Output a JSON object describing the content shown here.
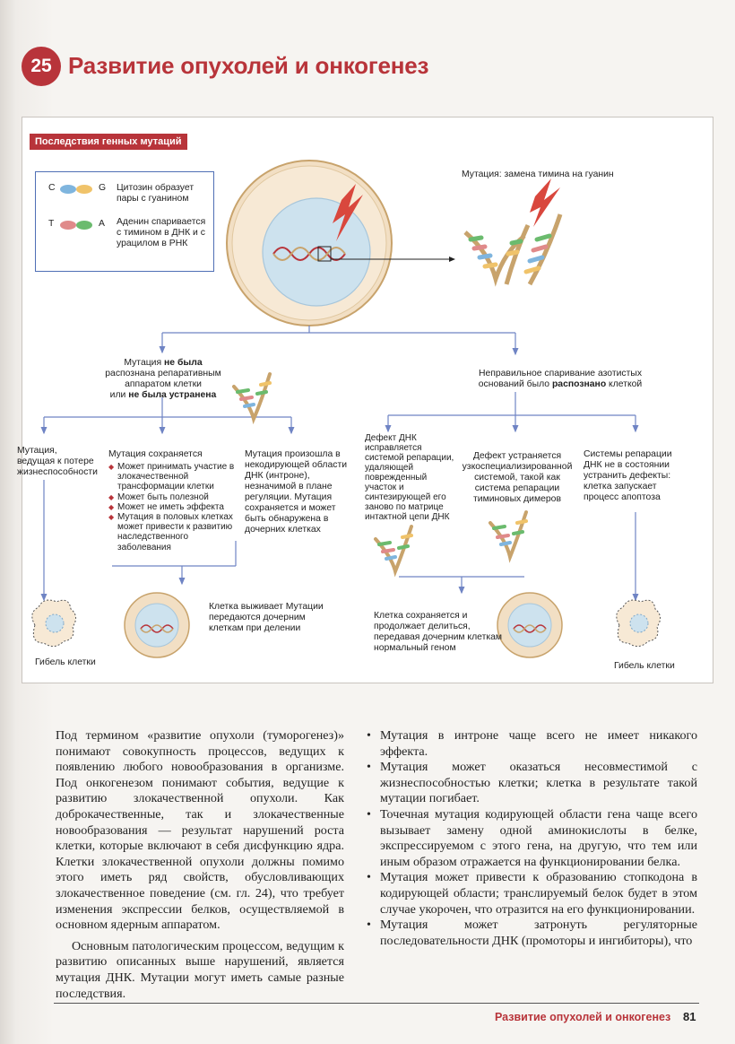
{
  "header": {
    "chapter_number": "25",
    "title": "Развитие опухолей и онкогенез"
  },
  "figure": {
    "label": "Последствия генных мутаций",
    "legend": {
      "row1_letters": [
        "C",
        "G"
      ],
      "row1_text": "Цитозин образует пары с гуанином",
      "row2_letters": [
        "T",
        "A"
      ],
      "row2_text": "Аденин спаривается с тимином в ДНК и с урацилом в РНК"
    },
    "mutation_label": "Мутация: замена тимина на гуанин",
    "left_branch": {
      "l1": "Мутация ",
      "l1b": "не была",
      "l2": "распознана репаративным",
      "l3": "аппаратом клетки",
      "l4": "или ",
      "l4b": "не была устранена"
    },
    "right_branch": {
      "l1": "Неправильное спаривание азотистых",
      "l2": "оснований было ",
      "l2b": "распознано",
      "l2c": " клеткой"
    },
    "col1": "Мутация, ведущая к потере жизнеспособности",
    "col2_title": "Мутация сохраняется",
    "col2_items": [
      "Может принимать участие в злокачественной трансформации клетки",
      "Может быть полезной",
      "Может не иметь эффекта",
      "Мутация в половых клетках может привести к развитию наследственного заболевания"
    ],
    "col3": "Мутация произошла в некодирующей области ДНК (интроне), незначимой в плане регуляции. Мутация сохраняется и может быть обнаружена в дочерних клетках",
    "col4": "Дефект ДНК исправляется системой репарации, удаляющей поврежденный участок и синтезирующей его заново по матрице интактной цепи ДНК",
    "col5": "Дефект устраняется узкоспециализированной системой, такой как система репарации тиминовых димеров",
    "col6": "Системы репарации ДНК не в состоянии устранить дефекты: клетка запускает процесс апоптоза",
    "death_left": "Гибель клетки",
    "survive_left": "Клетка выживает Мутации передаются дочерним клеткам при делении",
    "survive_right": "Клетка сохраняется и продолжает делиться, передавая дочерним клеткам нормальный геном",
    "death_right": "Гибель клетки"
  },
  "body": {
    "left_p1": "Под термином «развитие опухоли (туморогенез)» понимают совокупность процессов, ведущих к появлению любого новообразования в организме. Под онкогенезом понимают события, ведущие к развитию злокачественной опухоли. Как доброкачественные, так и злокачественные новообразования — результат нарушений роста клетки, которые включают в себя дисфункцию ядра. Клетки злокачественной опухоли должны помимо этого иметь ряд свойств, обусловливающих злокачественное поведение (см. гл. 24), что требует изменения экспрессии белков, осуществляемой в основном ядерным аппаратом.",
    "left_p2": "Основным патологическим процессом, ведущим к развитию описанных выше нарушений, является мутация ДНК. Мутации могут иметь самые разные последствия.",
    "right_items": [
      "Мутация в интроне чаще всего не имеет никакого эффекта.",
      "Мутация может оказаться несовместимой с жизнеспособностью клетки; клетка в результате такой мутации погибает.",
      "Точечная мутация кодирующей области гена чаще всего вызывает замену одной аминокислоты в белке, экспрессируемом с этого гена, на другую, что тем или иным образом отражается на функционировании белка.",
      "Мутация может привести к образованию стопкодона в кодирующей области; транслируемый белок будет в этом случае укорочен, что отразится на его функционировании.",
      "Мутация может затронуть регуляторные последовательности ДНК (промоторы и ингибиторы), что"
    ]
  },
  "footer": {
    "title": "Развитие опухолей и онкогенез",
    "page": "81"
  }
}
